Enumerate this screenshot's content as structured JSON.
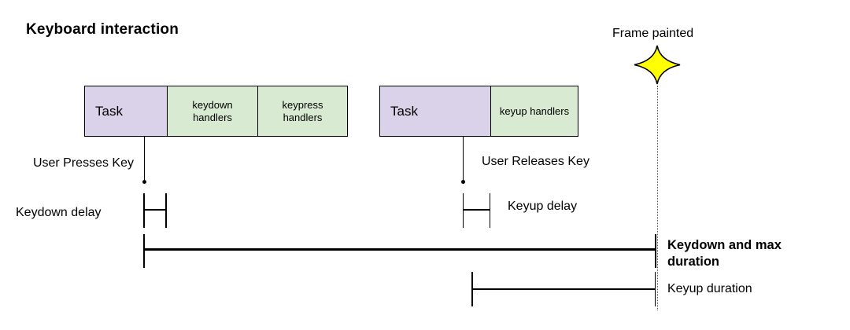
{
  "diagram": {
    "title": "Keyboard interaction",
    "frame_painted_label": "Frame painted",
    "tasks": {
      "first": {
        "task_label": "Task",
        "handler1": "keydown\nhandlers",
        "handler2": "keypress\nhandlers"
      },
      "second": {
        "task_label": "Task",
        "handler1": "keyup handlers"
      }
    },
    "events": {
      "press_label": "User Presses Key",
      "release_label": "User Releases Key"
    },
    "measures": {
      "keydown_delay": "Keydown delay",
      "keyup_delay": "Keyup delay",
      "keydown_max_duration": "Keydown and max duration",
      "keyup_duration": "Keyup duration"
    },
    "colors": {
      "task_fill": "#d9d2e9",
      "handler_fill": "#d9ead3",
      "star_fill": "#ffff00",
      "line": "#000000"
    }
  }
}
